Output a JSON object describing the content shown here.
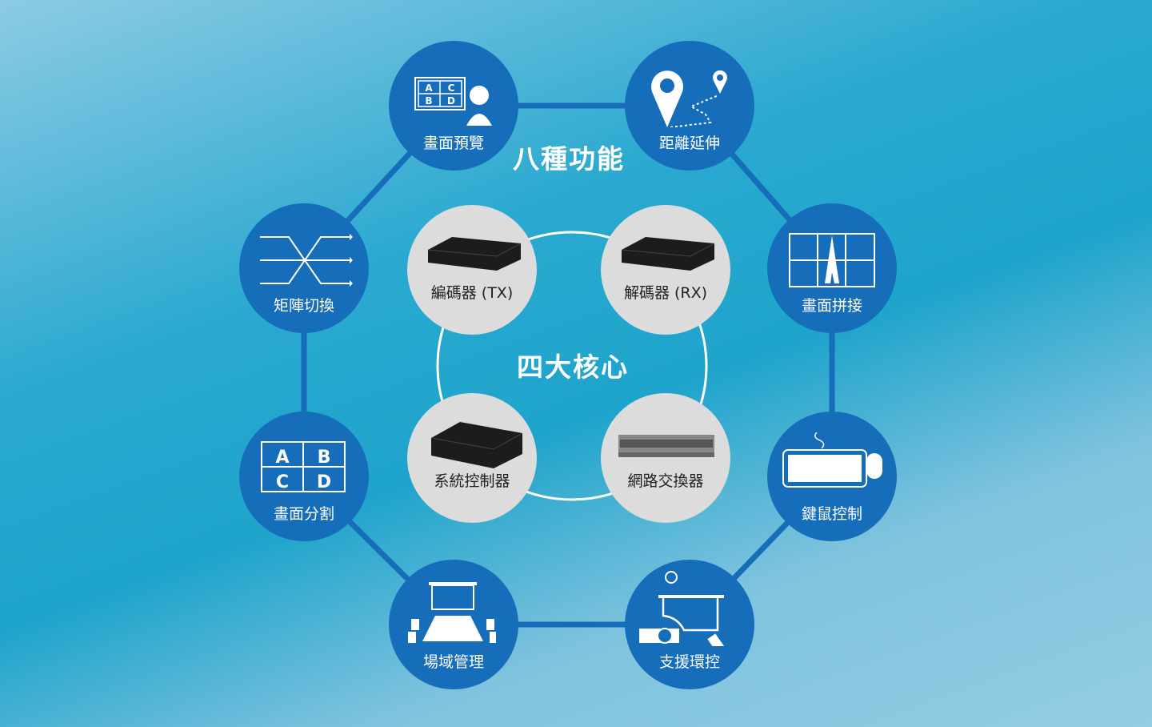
{
  "titles": {
    "outer": "八種功能",
    "inner": "四大核心"
  },
  "features": [
    {
      "label": "畫面預覽",
      "icon": "preview-icon",
      "grid": [
        "A",
        "C",
        "B",
        "D"
      ]
    },
    {
      "label": "距離延伸",
      "icon": "location-pin-icon"
    },
    {
      "label": "畫面拼接",
      "icon": "video-wall-icon"
    },
    {
      "label": "鍵鼠控制",
      "icon": "keyboard-mouse-icon"
    },
    {
      "label": "支援環控",
      "icon": "projector-control-icon"
    },
    {
      "label": "場域管理",
      "icon": "meeting-room-icon"
    },
    {
      "label": "畫面分割",
      "icon": "split-screen-icon",
      "grid": [
        "A",
        "B",
        "C",
        "D"
      ]
    },
    {
      "label": "矩陣切換",
      "icon": "matrix-switch-icon"
    }
  ],
  "cores": [
    {
      "label": "編碼器 (TX)"
    },
    {
      "label": "解碼器 (RX)"
    },
    {
      "label": "系統控制器"
    },
    {
      "label": "網路交換器"
    }
  ],
  "colors": {
    "node": "#166dba",
    "core": "#dcdcdc"
  }
}
